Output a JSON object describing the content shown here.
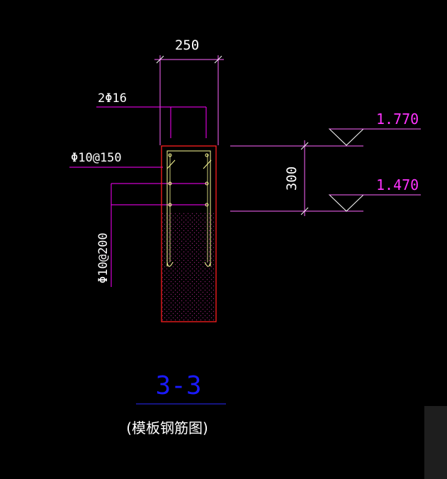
{
  "drawing": {
    "dimensions": {
      "width_label": "250",
      "height_label": "300"
    },
    "rebar_labels": {
      "top_bars": "2Φ16",
      "stirrup_top": "Φ10@150",
      "stirrup_side": "Φ10@200"
    },
    "elevations": {
      "top": "1.770",
      "bottom": "1.470"
    },
    "section": {
      "title": "3-3",
      "subtitle": "(模板钢筋图)"
    }
  },
  "colors": {
    "background": "#000000",
    "leader": "#ff00ff",
    "dim_line": "#ff66ff",
    "text_white": "#ffffff",
    "concrete_outline": "#ff2020",
    "rebar": "#ffff99",
    "fill_dots": "#8a1f6a",
    "title_blue": "#1a1aff",
    "elevation_text": "#ff33ff"
  }
}
